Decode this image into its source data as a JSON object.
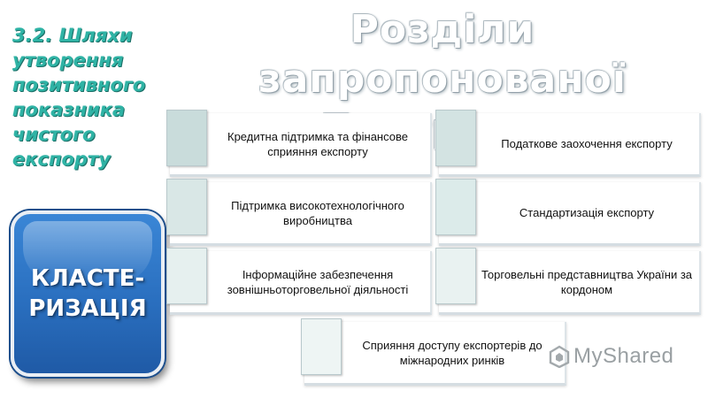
{
  "subtitle": "3.2. Шляхи утворення позитивного показника чистого експорту",
  "title_line1": "Розділи запропонованої",
  "title_line2": "Програми:",
  "cluster": {
    "line1": "КЛАСТЕ-",
    "line2": "РИЗАЦІЯ"
  },
  "cards": [
    {
      "text": "Кредитна підтримка та фінансове сприяння експорту",
      "accent": "#c9dcdb"
    },
    {
      "text": "Податкове заохочення експорту",
      "accent": "#d3e3e2"
    },
    {
      "text": "Підтримка високотехнологічного виробництва",
      "accent": "#d9e7e6"
    },
    {
      "text": "Стандартизація експорту",
      "accent": "#dcebea"
    },
    {
      "text": "Інформаційне забезпечення зовнішньоторговельної діяльності",
      "accent": "#e6f0ef"
    },
    {
      "text": "Торговельні представництва України за кордоном",
      "accent": "#e9f2f1"
    },
    {
      "text": "Сприяння доступу експортерів до міжнародних ринків",
      "accent": "#eef5f4"
    }
  ],
  "watermark": {
    "text": "MyShared",
    "icon": "myshared-logo-icon"
  },
  "colors": {
    "subtitle": "#2fb3a5",
    "cluster_box": "#2a6fbf"
  }
}
